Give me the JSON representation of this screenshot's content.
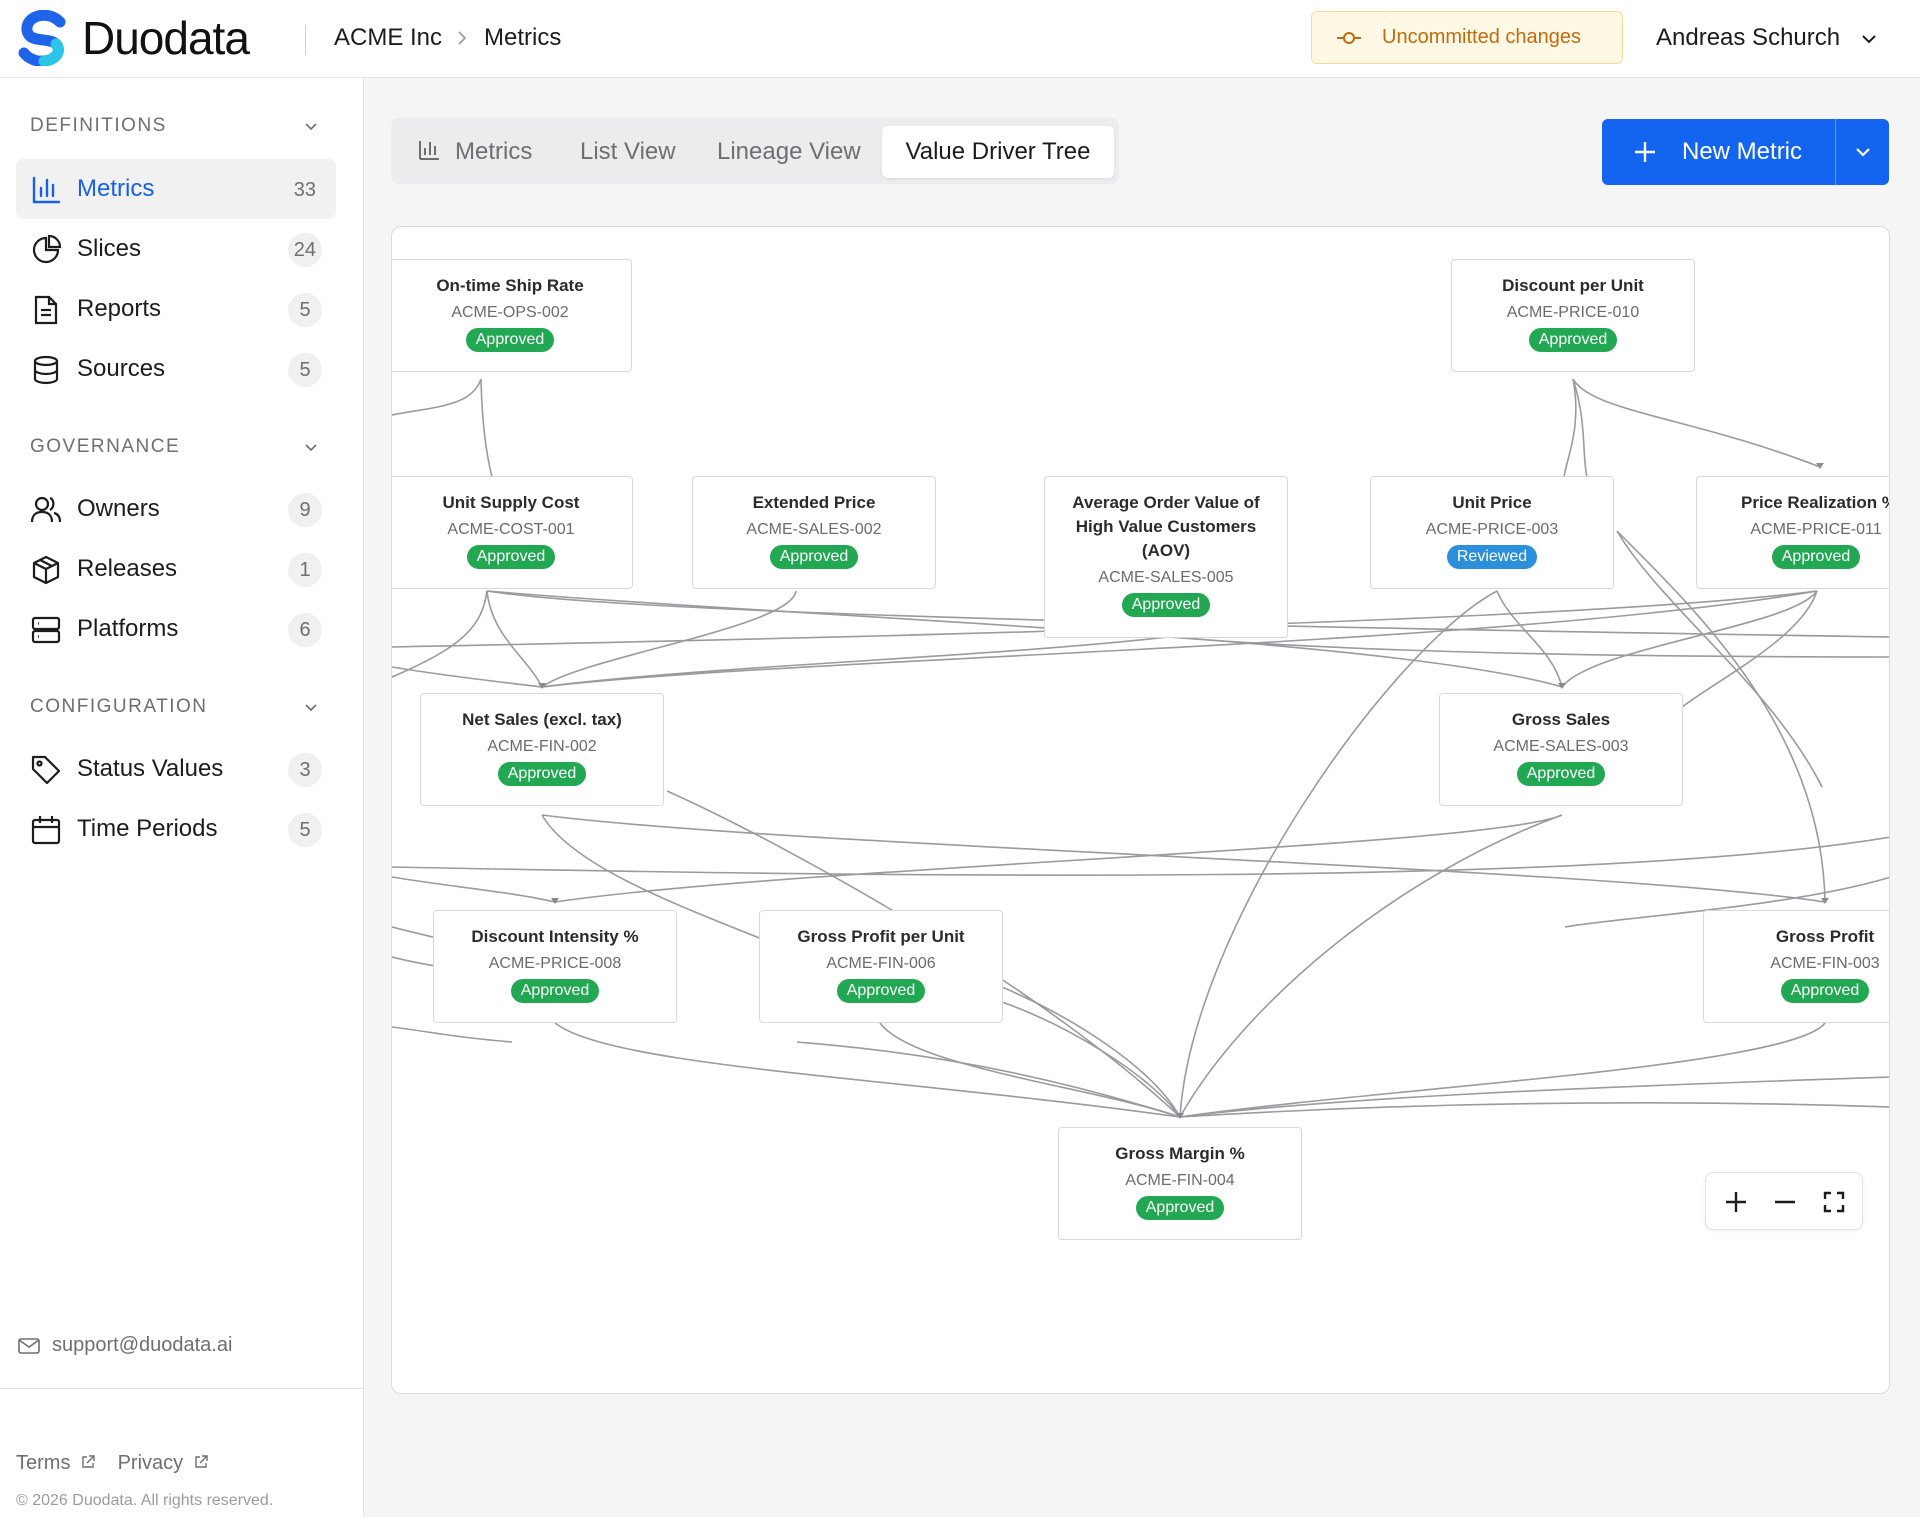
{
  "header": {
    "brand": "Duodata",
    "breadcrumb": [
      "ACME Inc",
      "Metrics"
    ],
    "uncommitted_label": "Uncommitted changes",
    "user_name": "Andreas Schurch"
  },
  "sidebar": {
    "sections": [
      {
        "title": "DEFINITIONS",
        "items": [
          {
            "label": "Metrics",
            "count": "33",
            "icon": "bar-chart-icon",
            "active": true
          },
          {
            "label": "Slices",
            "count": "24",
            "icon": "pie-chart-icon"
          },
          {
            "label": "Reports",
            "count": "5",
            "icon": "document-icon"
          },
          {
            "label": "Sources",
            "count": "5",
            "icon": "database-icon"
          }
        ]
      },
      {
        "title": "GOVERNANCE",
        "items": [
          {
            "label": "Owners",
            "count": "9",
            "icon": "users-icon"
          },
          {
            "label": "Releases",
            "count": "1",
            "icon": "package-icon"
          },
          {
            "label": "Platforms",
            "count": "6",
            "icon": "server-icon"
          }
        ]
      },
      {
        "title": "CONFIGURATION",
        "items": [
          {
            "label": "Status Values",
            "count": "3",
            "icon": "tag-icon"
          },
          {
            "label": "Time Periods",
            "count": "5",
            "icon": "calendar-icon"
          }
        ]
      }
    ],
    "footer": {
      "support_email": "support@duodata.ai",
      "terms": "Terms",
      "privacy": "Privacy",
      "copyright": "© 2026 Duodata. All rights reserved."
    }
  },
  "tabs": [
    {
      "label": "Metrics",
      "icon": "bar-chart-icon"
    },
    {
      "label": "List View"
    },
    {
      "label": "Lineage View"
    },
    {
      "label": "Value Driver Tree",
      "active": true
    }
  ],
  "new_metric_label": "New Metric",
  "colors": {
    "accent": "#1365f0",
    "approved": "#22a852",
    "reviewed": "#2b8fdc",
    "edge": "#9a9a9f"
  },
  "nodes": [
    {
      "id": "ops002",
      "title": "On-time Ship Rate",
      "code": "ACME-OPS-002",
      "status": "Approved"
    },
    {
      "id": "price010",
      "title": "Discount per Unit",
      "code": "ACME-PRICE-010",
      "status": "Approved"
    },
    {
      "id": "cost001",
      "title": "Unit Supply Cost",
      "code": "ACME-COST-001",
      "status": "Approved"
    },
    {
      "id": "sales002",
      "title": "Extended Price",
      "code": "ACME-SALES-002",
      "status": "Approved"
    },
    {
      "id": "sales005",
      "title": "Average Order Value of High Value Customers (AOV)",
      "code": "ACME-SALES-005",
      "status": "Approved"
    },
    {
      "id": "price003",
      "title": "Unit Price",
      "code": "ACME-PRICE-003",
      "status": "Reviewed"
    },
    {
      "id": "price011",
      "title": "Price Realization %",
      "code": "ACME-PRICE-011",
      "status": "Approved"
    },
    {
      "id": "fin002",
      "title": "Net Sales (excl. tax)",
      "code": "ACME-FIN-002",
      "status": "Approved"
    },
    {
      "id": "sales003",
      "title": "Gross Sales",
      "code": "ACME-SALES-003",
      "status": "Approved"
    },
    {
      "id": "price008",
      "title": "Discount Intensity %",
      "code": "ACME-PRICE-008",
      "status": "Approved"
    },
    {
      "id": "fin006",
      "title": "Gross Profit per Unit",
      "code": "ACME-FIN-006",
      "status": "Approved"
    },
    {
      "id": "fin003",
      "title": "Gross Profit",
      "code": "ACME-FIN-003",
      "status": "Approved"
    },
    {
      "id": "fin004",
      "title": "Gross Margin %",
      "code": "ACME-FIN-004",
      "status": "Approved"
    }
  ],
  "zoom_controls": [
    "zoom-in-icon",
    "zoom-out-icon",
    "fit-view-icon"
  ]
}
